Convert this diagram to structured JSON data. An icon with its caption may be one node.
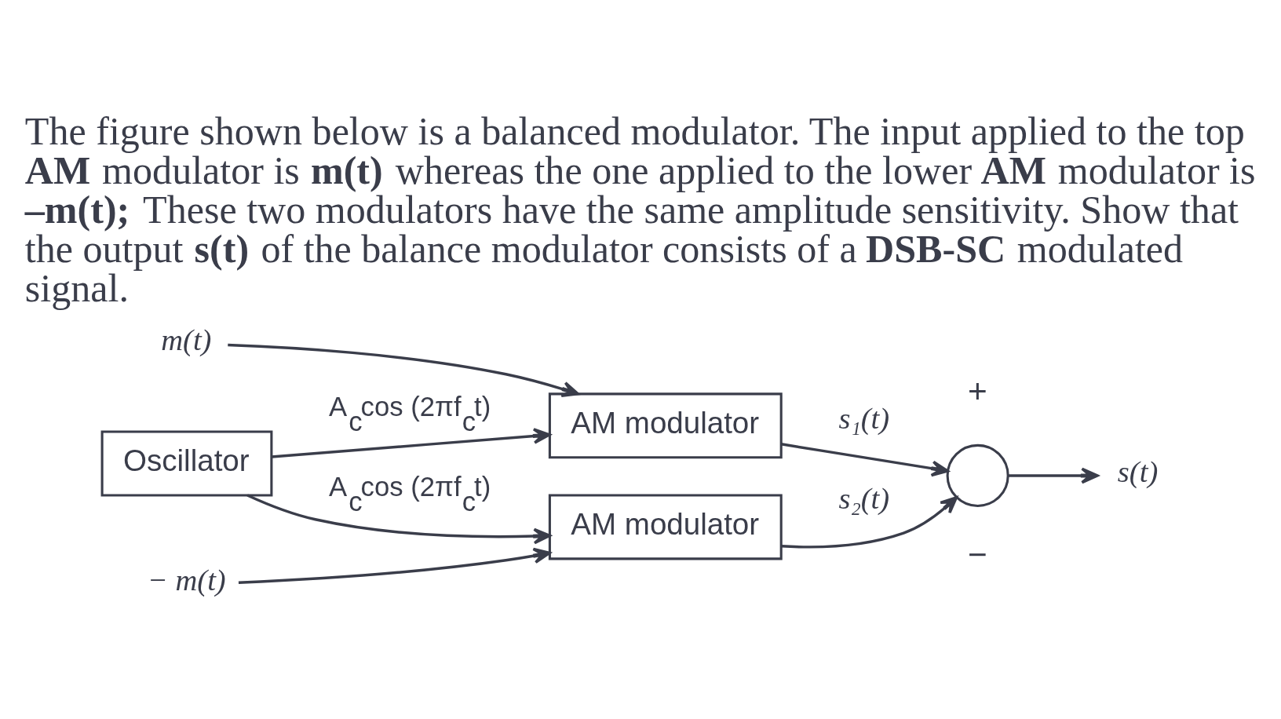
{
  "diagram": {
    "title": "The figure shown below is a balanced modulator. The input applied to the top **AM** modulator is **m(t)** whereas the one applied to the lower **AM** modulator is **–m(t);** These two modulators have the same amplitude sensitivity. Show that the output **s(t)** of the balance modulator consists of a **DSB-SC** modulated signal.",
    "nodes": [
      {
        "text": [
          "m(t)"
        ]
      },
      {
        "text": [
          "AM modulator"
        ]
      },
      {
        "text": [
          "Oscillator"
        ]
      },
      {
        "text": [],
        "shape": "circle"
      },
      {
        "text": [
          "s(t)"
        ]
      },
      {
        "text": [
          "− m(t)"
        ]
      },
      {
        "text": [
          "AM modulator"
        ]
      }
    ],
    "edges": [
      {
        "from": 0,
        "to": 1,
        "arrow": "to"
      },
      {
        "from": 2,
        "to": 1,
        "arrow": "to",
        "label": "A$_{c}$cos (2πf$_{c}$t)"
      },
      {
        "from": 2,
        "to": 6,
        "arrow": "to",
        "label": "A$_{c}$cos (2πf$_{c}$t)"
      },
      {
        "from": 1,
        "to": 3,
        "arrow": "to",
        "label": "s₁(t)"
      },
      {
        "from": 6,
        "to": 3,
        "arrow": "to",
        "label": "s₂(t)"
      },
      {
        "from": 3,
        "to": 4,
        "arrow": "to"
      },
      {
        "from": 5,
        "to": 6,
        "arrow": "to"
      }
    ],
    "labels": [
      "+",
      "−"
    ]
  }
}
